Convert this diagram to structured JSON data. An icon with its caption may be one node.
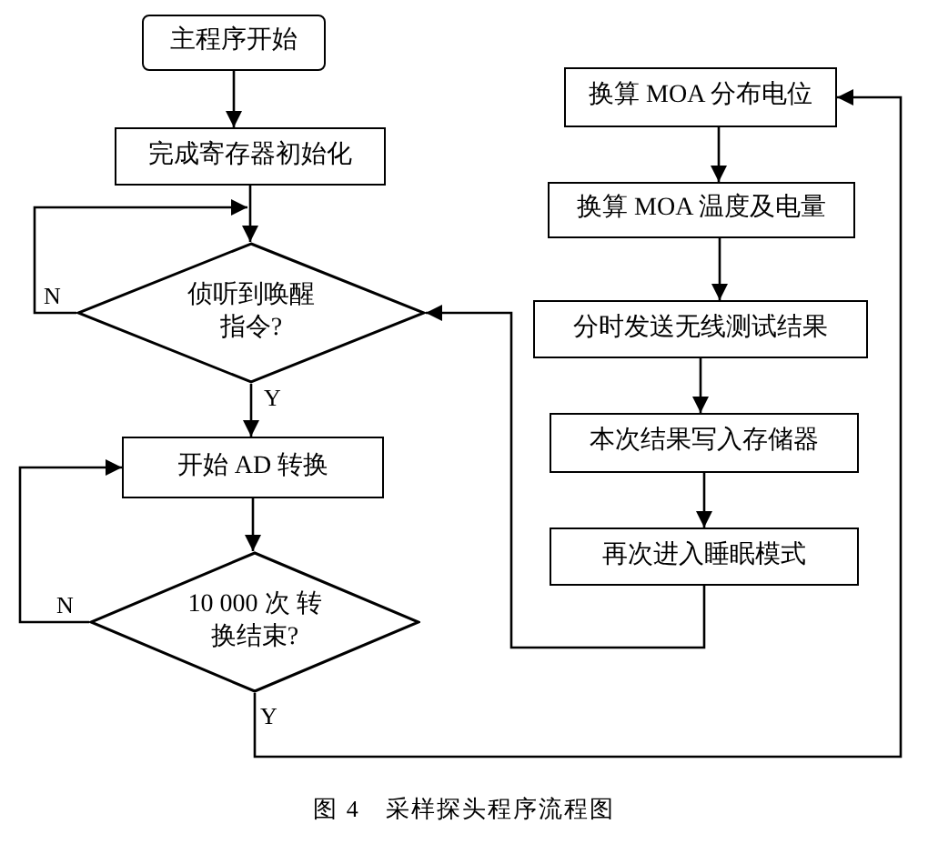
{
  "diagram": {
    "caption": "图 4　采样探头程序流程图",
    "nodes": [
      {
        "text": [
          "主程序开始"
        ]
      },
      {
        "text": [
          "完成寄存器初始化"
        ]
      },
      {
        "text": [
          "侦听到唤醒指令?"
        ]
      },
      {
        "text": [
          "开始 AD 转换"
        ]
      },
      {
        "text": [
          "10 000 次 转换结束?"
        ]
      },
      {
        "text": [
          "换算 MOA 分布电位"
        ]
      },
      {
        "text": [
          "换算 MOA 温度及电量"
        ]
      },
      {
        "text": [
          "分时发送无线测试结果"
        ]
      },
      {
        "text": [
          "本次结果写入存储器"
        ]
      },
      {
        "text": [
          "再次进入睡眠模式"
        ]
      }
    ],
    "edges": [
      {
        "from": 0,
        "to": 1,
        "arrow": "to"
      },
      {
        "from": 1,
        "to": 2,
        "arrow": "to"
      },
      {
        "from": 2,
        "to": 2,
        "arrow": "to",
        "label": "N"
      },
      {
        "from": 2,
        "to": 3,
        "arrow": "to",
        "label": "Y"
      },
      {
        "from": 3,
        "to": 4,
        "arrow": "to"
      },
      {
        "from": 4,
        "to": 3,
        "arrow": "to",
        "label": "N"
      },
      {
        "from": 4,
        "to": 5,
        "arrow": "to",
        "label": "Y"
      },
      {
        "from": 5,
        "to": 6,
        "arrow": "to"
      },
      {
        "from": 6,
        "to": 7,
        "arrow": "to"
      },
      {
        "from": 7,
        "to": 8,
        "arrow": "to"
      },
      {
        "from": 8,
        "to": 9,
        "arrow": "to"
      },
      {
        "from": 9,
        "to": 2,
        "arrow": "to"
      }
    ]
  }
}
